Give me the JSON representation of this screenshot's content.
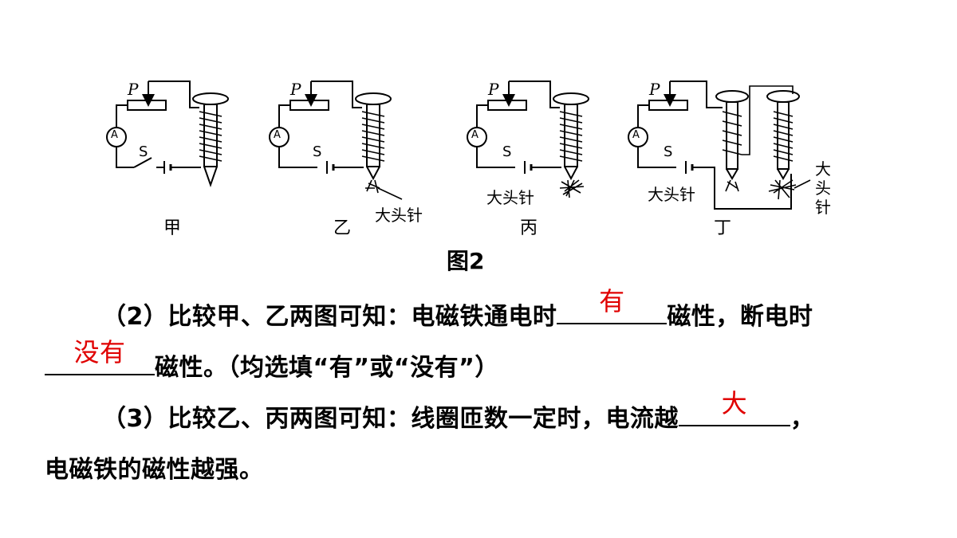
{
  "figure": {
    "panels": [
      {
        "caption": "甲",
        "slider": "P",
        "ammeter": "A",
        "switch": "S"
      },
      {
        "caption": "乙",
        "slider": "P",
        "ammeter": "A",
        "switch": "S",
        "pin_label": "大头针"
      },
      {
        "caption": "丙",
        "slider": "P",
        "ammeter": "A",
        "switch": "S",
        "pin_label": "大头针"
      },
      {
        "caption": "丁",
        "slider": "P",
        "ammeter": "A",
        "switch": "S",
        "pin_label": "大头针",
        "pin_label_right": [
          "大",
          "头",
          "针"
        ]
      }
    ],
    "title": "图2"
  },
  "questions": {
    "q2": {
      "text_a": "（2）比较甲、乙两图可知：电磁铁通电时",
      "answer_1": "有",
      "text_b": "磁性，断电时",
      "answer_2": "没有",
      "text_c": "磁性。（均选填“有”或“没有”）"
    },
    "q3": {
      "text_a": "（3）比较乙、丙两图可知：线圈匝数一定时，电流越",
      "answer_1": "大",
      "text_b": "，",
      "text_c": "电磁铁的磁性越强。"
    }
  },
  "colors": {
    "answer": "#e00000",
    "ink": "#000000"
  }
}
